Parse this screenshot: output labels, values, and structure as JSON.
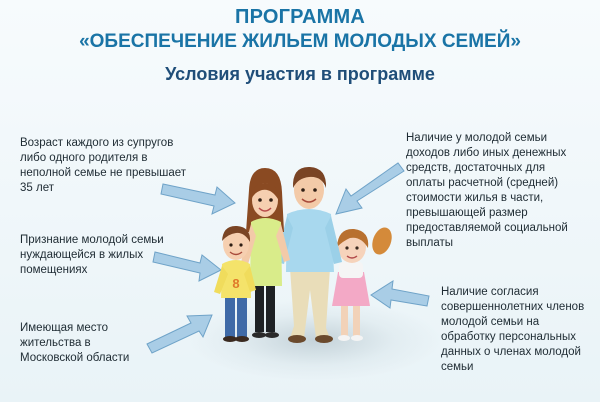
{
  "title": {
    "line1": "ПРОГРАММА",
    "line2": "«ОБЕСПЕЧЕНИЕ ЖИЛЬЕМ МОЛОДЫХ СЕМЕЙ»",
    "subtitle": "Условия участия в программе"
  },
  "conditions": {
    "age": "Возраст каждого из супругов либо одного родителя в неполной семье не превышает 35 лет",
    "need": "Признание молодой семьи нуждающейся в жилых помещениях",
    "residence": "Имеющая место жительства в Московской области",
    "income": "Наличие у молодой семьи доходов либо иных денежных средств, достаточных для оплаты расчетной (средней) стоимости жилья в части, превышающей размер предоставляемой социальной выплаты",
    "consent": "Наличие согласия совершеннолетних членов молодой семьи на обработку персональных данных о членах молодой семьи"
  },
  "figures": {
    "boy_shirt_number": "8"
  },
  "colors": {
    "title": "#1a74a6",
    "subtitle": "#1f4e79",
    "arrow": "#a9cde6",
    "arrow_outline": "#6fa3c8"
  }
}
